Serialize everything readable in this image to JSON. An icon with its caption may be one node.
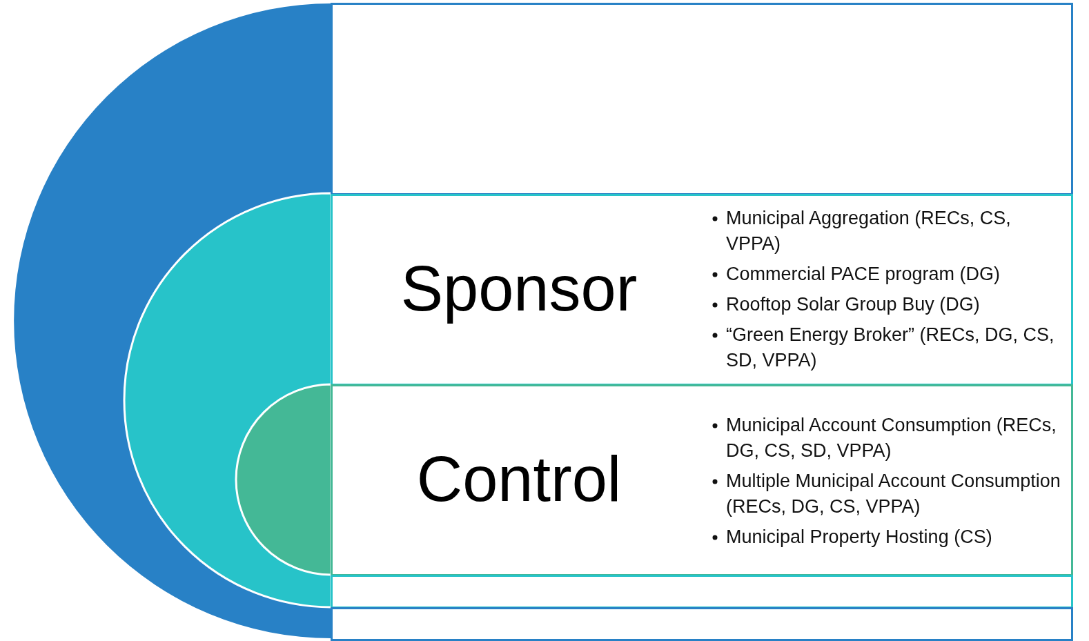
{
  "diagram": {
    "nodes": [
      {
        "text": [],
        "shape": "circle"
      },
      {
        "text": [],
        "shape": "box"
      },
      {
        "text": [],
        "shape": "circle",
        "in": 0
      },
      {
        "text": [
          "Sponsor",
          "Municipal Aggregation (RECs, CS, VPPA)",
          "Commercial PACE program (DG)",
          "Rooftop Solar Group Buy (DG)",
          "“Green Energy Broker” (RECs, DG, CS, SD, VPPA)"
        ]
      },
      {
        "text": [],
        "shape": "circle",
        "in": 2
      },
      {
        "text": [
          "Control",
          "Municipal Account Consumption (RECs, DG, CS, SD, VPPA)",
          "Multiple Municipal Account Consumption (RECs, DG, CS, VPPA)",
          "Municipal Property Hosting (CS)"
        ]
      },
      {
        "text": [],
        "shape": "box"
      },
      {
        "text": [],
        "shape": "box"
      }
    ],
    "edges": []
  }
}
